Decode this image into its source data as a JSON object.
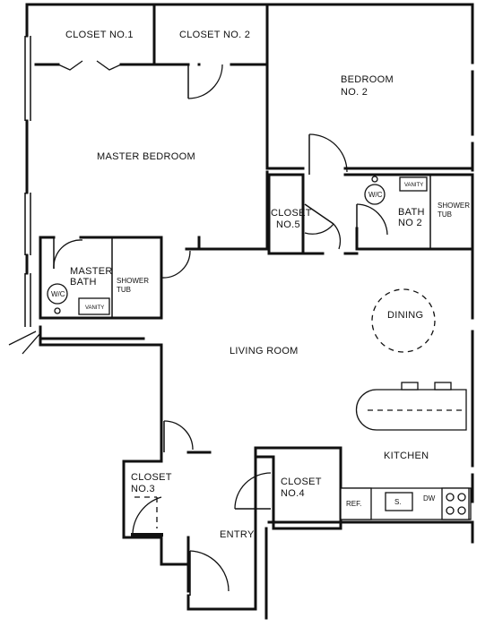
{
  "rooms": {
    "closet1": "CLOSET NO.1",
    "closet2": "CLOSET NO. 2",
    "bedroom2_line1": "BEDROOM",
    "bedroom2_line2": "NO. 2",
    "master_bedroom": "MASTER BEDROOM",
    "closet5_line1": "CLOSET",
    "closet5_line2": "NO.5",
    "bath2_line1": "BATH",
    "bath2_line2": "NO 2",
    "master_bath_line1": "MASTER",
    "master_bath_line2": "BATH",
    "dining": "DINING",
    "living_room": "LIVING ROOM",
    "kitchen": "KITCHEN",
    "closet3_line1": "CLOSET",
    "closet3_line2": "NO.3",
    "closet4_line1": "CLOSET",
    "closet4_line2": "NO.4",
    "entry": "ENTRY"
  },
  "fixtures": {
    "wc": "W/C",
    "vanity": "VANITY",
    "shower_line1": "SHOWER",
    "shower_line2": "TUB",
    "ref": "REF.",
    "sink": "S.",
    "dw": "DW"
  }
}
